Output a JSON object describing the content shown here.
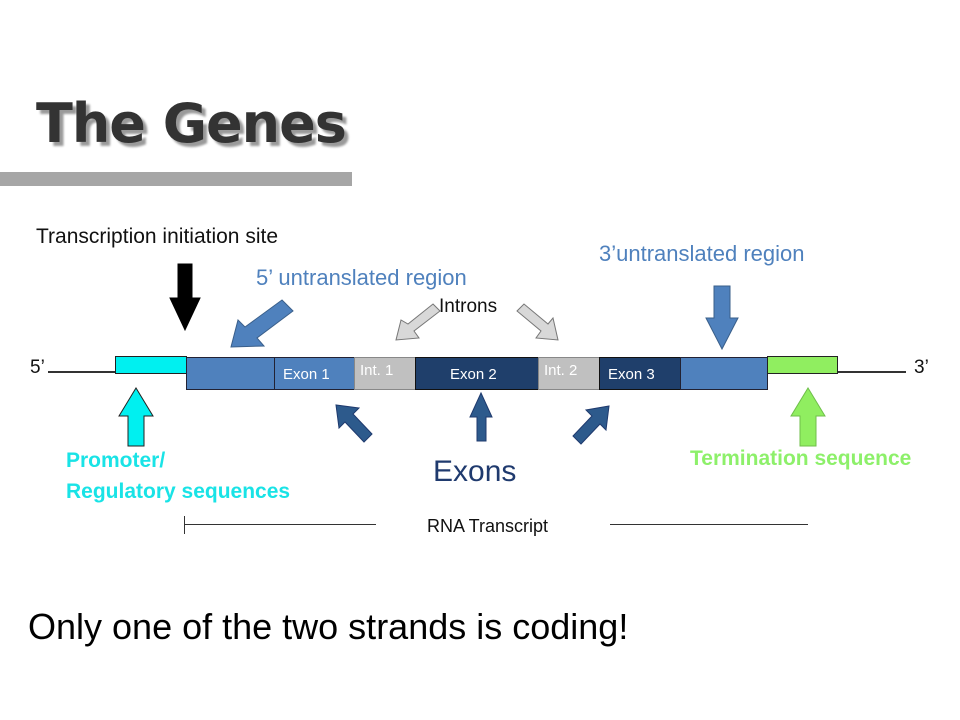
{
  "title": "The Genes",
  "labels": {
    "tis": "Transcription initiation site",
    "utr5": "5’ untranslated region",
    "utr3": "3’untranslated region",
    "introns": "Introns",
    "five_prime": "5’",
    "three_prime": "3’",
    "promoter_line1": "Promoter/",
    "promoter_line2": "Regulatory sequences",
    "exons": "Exons",
    "termination": "Termination sequence",
    "rna": "RNA Transcript"
  },
  "segments": {
    "exon1": "Exon 1",
    "int1": "Int. 1",
    "exon2": "Exon 2",
    "int2": "Int. 2",
    "exon3": "Exon 3"
  },
  "footer": "Only one of the two strands is coding!",
  "colors": {
    "exon_light": "#4f81bd",
    "exon_dark": "#1f3f6b",
    "intron": "#c0c0c0",
    "promoter": "#00f0f0",
    "terminator": "#90ee60"
  }
}
